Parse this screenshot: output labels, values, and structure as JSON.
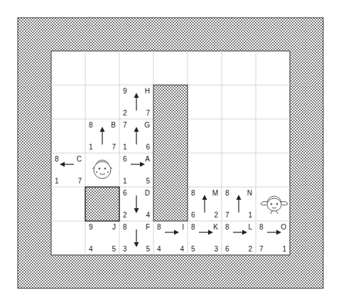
{
  "diagram": {
    "nodes": [
      {
        "text": [
          "9",
          "H",
          "2",
          "7"
        ]
      },
      {
        "text": [
          "8",
          "B",
          "1",
          "7"
        ]
      },
      {
        "text": [
          "7",
          "G",
          "1",
          "6"
        ]
      },
      {
        "text": [
          "8",
          "C",
          "1",
          "7"
        ]
      },
      {
        "text": [
          "6",
          "A",
          "1",
          "5"
        ]
      },
      {
        "text": [
          "6",
          "D",
          "2",
          "4"
        ]
      },
      {
        "text": [
          "8",
          "M",
          "6",
          "2"
        ]
      },
      {
        "text": [
          "8",
          "N",
          "7",
          "1"
        ]
      },
      {
        "text": [
          "9",
          "J",
          "4",
          "5"
        ]
      },
      {
        "text": [
          "8",
          "F",
          "3",
          "5"
        ]
      },
      {
        "text": [
          "8",
          "I",
          "4",
          "4"
        ]
      },
      {
        "text": [
          "8",
          "K",
          "5",
          "3"
        ]
      },
      {
        "text": [
          "8",
          "L",
          "6",
          "2"
        ]
      },
      {
        "text": [
          "8",
          "O",
          "7",
          "1"
        ]
      }
    ]
  }
}
